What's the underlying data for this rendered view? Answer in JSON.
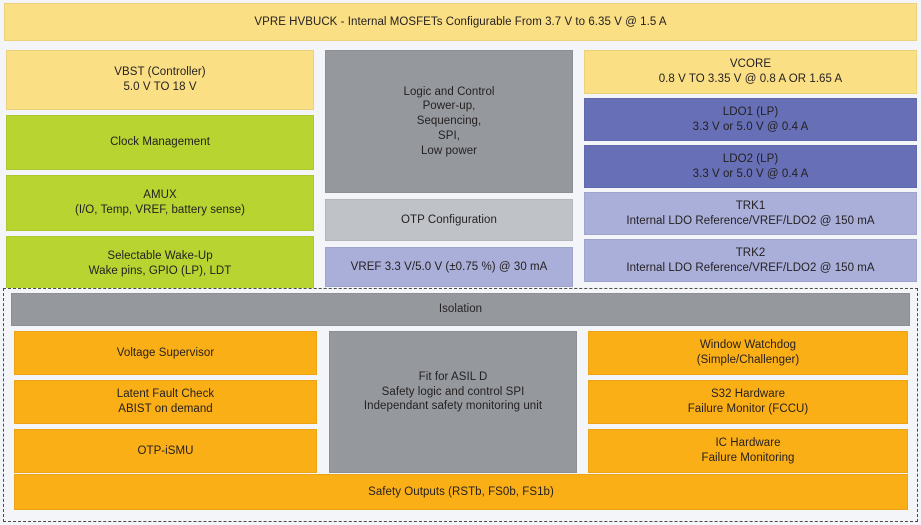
{
  "header": {
    "title": "VPRE HVBUCK - Internal MOSFETs Configurable From 3.7 V to 6.35 V @ 1.5 A"
  },
  "left_column": {
    "blocks": [
      {
        "name": "vbst",
        "color": "#fbdf85",
        "lines": [
          "VBST (Controller)",
          "5.0 V TO 18 V"
        ]
      },
      {
        "name": "clock-management",
        "color": "#b7d431",
        "lines": [
          "Clock Management"
        ]
      },
      {
        "name": "amux",
        "color": "#b7d431",
        "lines": [
          "AMUX",
          "(I/O, Temp, VREF, battery sense)"
        ]
      },
      {
        "name": "selectable-wake-up",
        "color": "#b7d431",
        "lines": [
          "Selectable Wake-Up",
          "Wake pins, GPIO (LP), LDT"
        ]
      }
    ]
  },
  "middle_column": {
    "blocks": [
      {
        "name": "logic-and-control",
        "color": "#95999e",
        "lines": [
          "Logic and Control",
          "Power-up,",
          "Sequencing,",
          "SPI,",
          "Low power"
        ]
      },
      {
        "name": "otp-configuration",
        "color": "#bfc2c6",
        "lines": [
          "OTP Configuration"
        ]
      },
      {
        "name": "vref",
        "color": "#a9afd9",
        "lines": [
          "VREF 3.3 V/5.0 V (±0.75 %) @ 30 mA"
        ]
      }
    ]
  },
  "right_column": {
    "blocks": [
      {
        "name": "vcore",
        "color": "#fbdf85",
        "lines": [
          "VCORE",
          "0.8 V TO 3.35 V @ 0.8 A OR 1.65 A"
        ]
      },
      {
        "name": "ldo1",
        "color": "#6770b6",
        "lines": [
          "LDO1 (LP)",
          "3.3 V or 5.0 V @ 0.4 A"
        ]
      },
      {
        "name": "ldo2",
        "color": "#6770b6",
        "lines": [
          "LDO2 (LP)",
          "3.3 V or 5.0 V @ 0.4 A"
        ]
      },
      {
        "name": "trk1",
        "color": "#a9afd9",
        "lines": [
          "TRK1",
          "Internal LDO Reference/VREF/LDO2 @ 150 mA"
        ]
      },
      {
        "name": "trk2",
        "color": "#a9afd9",
        "lines": [
          "TRK2",
          "Internal LDO Reference/VREF/LDO2 @ 150 mA"
        ]
      }
    ]
  },
  "isolation": {
    "label": "Isolation",
    "color": "#95999e"
  },
  "safety_left": {
    "blocks": [
      {
        "name": "voltage-supervisor",
        "color": "#fbaf17",
        "lines": [
          "Voltage Supervisor"
        ]
      },
      {
        "name": "latent-fault-check",
        "color": "#fbaf17",
        "lines": [
          "Latent Fault Check",
          "ABIST on demand"
        ]
      },
      {
        "name": "otp-ismu",
        "color": "#fbaf17",
        "lines": [
          "OTP-iSMU"
        ]
      }
    ]
  },
  "safety_middle": {
    "blocks": [
      {
        "name": "asil-d-safety-unit",
        "color": "#95999e",
        "lines": [
          "Fit for ASIL D",
          "Safety logic and control SPI",
          "Independant safety monitoring unit"
        ]
      }
    ]
  },
  "safety_right": {
    "blocks": [
      {
        "name": "window-watchdog",
        "color": "#fbaf17",
        "lines": [
          "Window Watchdog",
          "(Simple/Challenger)"
        ]
      },
      {
        "name": "s32-hardware-failure-monitor",
        "color": "#fbaf17",
        "lines": [
          "S32 Hardware",
          "Failure Monitor (FCCU)"
        ]
      },
      {
        "name": "ic-hardware-failure-monitoring",
        "color": "#fbaf17",
        "lines": [
          "IC Hardware",
          "Failure Monitoring"
        ]
      }
    ]
  },
  "safety_outputs": {
    "label": "Safety Outputs (RSTb, FS0b, FS1b)",
    "color": "#fbaf17"
  },
  "colors": {
    "gold": "#fbdf85",
    "green": "#b7d431",
    "gray": "#95999e",
    "light_gray": "#bfc2c6",
    "purple": "#6770b6",
    "light_purple": "#a9afd9",
    "orange": "#fbaf17",
    "background": "#f4f5f8",
    "text": "#231f20"
  }
}
